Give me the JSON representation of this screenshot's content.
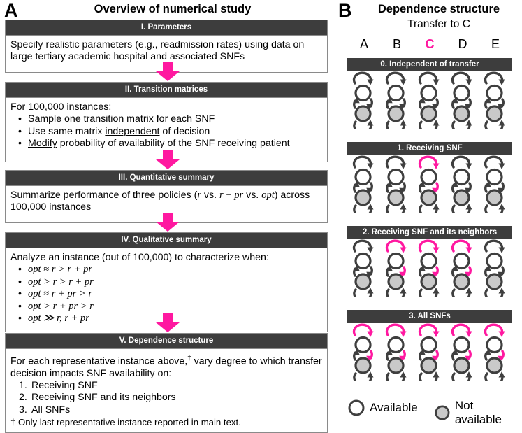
{
  "panelA": {
    "letter": "A",
    "title": "Overview of numerical study",
    "steps": [
      {
        "head": "I. Parameters",
        "body": "Specify realistic parameters (e.g., readmission rates) using data on large tertiary academic hospital and associated SNFs"
      },
      {
        "head": "II. Transition matrices",
        "intro": "For 100,000 instances:",
        "bullets": [
          "Sample one transition matrix for each SNF",
          "Use same matrix independent of decision",
          "Modify probability of availability of the SNF receiving patient"
        ]
      },
      {
        "head": "III. Quantitative summary",
        "body": "Summarize performance of three policies (r vs. r + pr vs. opt) across 100,000 instances"
      },
      {
        "head": "IV. Qualitative summary",
        "intro": "Analyze an instance (out of 100,000) to characterize when:",
        "bullets": [
          "opt ≈ r > r + pr",
          "opt > r >  r + pr",
          "opt ≈ r + pr > r",
          "opt > r + pr > r",
          "opt ≫ r, r + pr"
        ]
      },
      {
        "head": "V. Dependence structure",
        "intro": "For each representative instance above,† vary degree to which transfer decision impacts SNF availability on:",
        "numbered": [
          "Receiving SNF",
          "Receiving SNF and its neighbors",
          "All SNFs"
        ],
        "footnote": "† Only last representative instance reported in main text."
      }
    ],
    "arrow_label": "flow-down-arrow"
  },
  "panelB": {
    "letter": "B",
    "title": "Dependence structure",
    "subtitle": "Transfer to C",
    "columns": [
      "A",
      "B",
      "C",
      "D",
      "E"
    ],
    "highlighted_column": "C",
    "blocks": [
      {
        "head": "0. Independent of transfer",
        "highlighted": []
      },
      {
        "head": "1. Receiving SNF",
        "highlighted": [
          "C"
        ]
      },
      {
        "head": "2. Receiving SNF and its neighbors",
        "highlighted": [
          "B",
          "C",
          "D"
        ]
      },
      {
        "head": "3. All SNFs",
        "highlighted": [
          "A",
          "B",
          "C",
          "D",
          "E"
        ]
      }
    ],
    "legend": [
      {
        "marker": "available-circle",
        "label": "Available"
      },
      {
        "marker": "not-available-circle",
        "label": "Not available"
      }
    ]
  },
  "colors": {
    "magenta": "#FF18A0",
    "header_bar": "#3d3d3d",
    "arrow_dark": "#3f3f3f",
    "node_unavailable": "#c9c9c9",
    "node_available": "#ffffff",
    "box_border": "#8a8a8a"
  }
}
